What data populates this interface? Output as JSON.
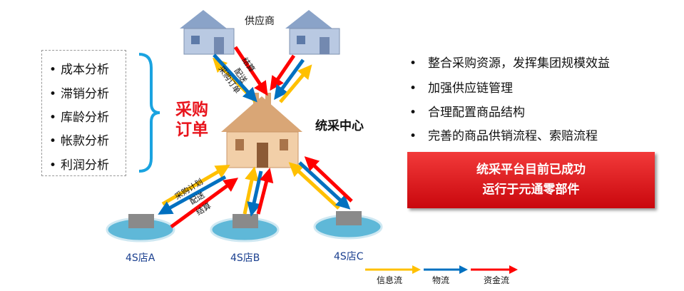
{
  "analysis_list": [
    "成本分析",
    "滞销分析",
    "库龄分析",
    "帐款分析",
    "利润分析"
  ],
  "purchase_order_label": [
    "采购",
    "订单"
  ],
  "supplier_label": "供应商",
  "center_label": "统采中心",
  "supplier_arrow_labels": [
    "采购订单",
    "配送",
    "结算"
  ],
  "store_arrow_labels": [
    "采购计划",
    "配送",
    "结算"
  ],
  "benefits": [
    "整合采购资源，发挥集团规模效益",
    "加强供应链管理",
    "合理配置商品结构",
    "完善的商品供销流程、索赔流程"
  ],
  "highlight": [
    "统采平台目前已成功",
    "运行于元通零部件"
  ],
  "stores": [
    "4S店A",
    "4S店B",
    "4S店C"
  ],
  "legend": [
    {
      "label": "信息流",
      "color": "#ffc000"
    },
    {
      "label": "物流",
      "color": "#0070c0"
    },
    {
      "label": "资金流",
      "color": "#ff0000"
    }
  ],
  "bullet": "•"
}
